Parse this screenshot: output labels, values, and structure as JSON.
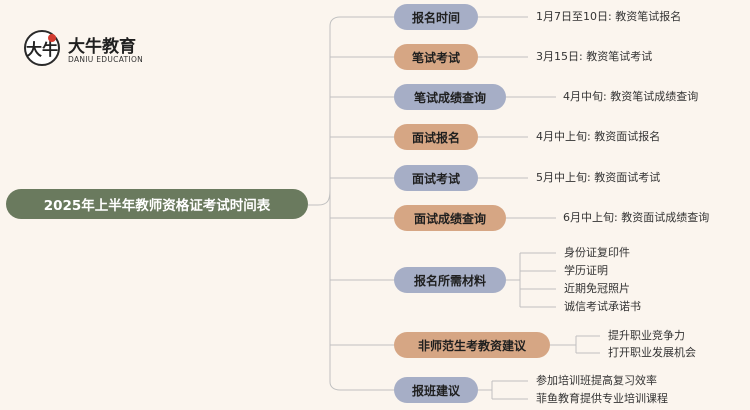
{
  "root": {
    "title": "2025年上半年教师资格证考试时间表"
  },
  "logo": {
    "mark": "大牛",
    "name": "大牛教育",
    "sub": "DANIU EDUCATION"
  },
  "branches": [
    {
      "label": "报名时间",
      "color": "#a6aec6",
      "items": [
        "1月7日至10日: 教资笔试报名"
      ]
    },
    {
      "label": "笔试考试",
      "color": "#d6a684",
      "items": [
        "3月15日: 教资笔试考试"
      ]
    },
    {
      "label": "笔试成绩查询",
      "color": "#a6aec6",
      "items": [
        "4月中旬: 教资笔试成绩查询"
      ]
    },
    {
      "label": "面试报名",
      "color": "#d6a684",
      "items": [
        "4月中上旬: 教资面试报名"
      ]
    },
    {
      "label": "面试考试",
      "color": "#a6aec6",
      "items": [
        "5月中上旬: 教资面试考试"
      ]
    },
    {
      "label": "面试成绩查询",
      "color": "#d6a684",
      "items": [
        "6月中上旬: 教资面试成绩查询"
      ]
    },
    {
      "label": "报名所需材料",
      "color": "#a6aec6",
      "items": [
        "身份证复印件",
        "学历证明",
        "近期免冠照片",
        "诚信考试承诺书"
      ]
    },
    {
      "label": "非师范生考教资建议",
      "color": "#d6a684",
      "items": [
        "提升职业竞争力",
        "打开职业发展机会"
      ]
    },
    {
      "label": "报班建议",
      "color": "#a6aec6",
      "items": [
        "参加培训班提高复习效率",
        "菲鱼教育提供专业培训课程"
      ]
    }
  ]
}
